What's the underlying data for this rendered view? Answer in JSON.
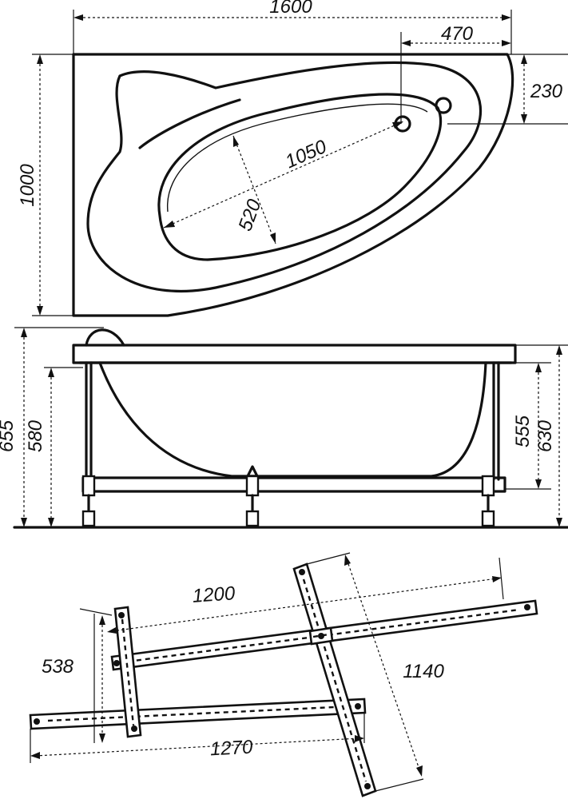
{
  "top_view": {
    "width_label": "1600",
    "depth_label": "1000",
    "drain_offset_label": "470",
    "drain_depth_label": "230",
    "bowl_length_label": "1050",
    "bowl_width_label": "520"
  },
  "side_view": {
    "total_height_left_label": "655",
    "rim_height_left_label": "580",
    "rim_height_right_label": "555",
    "total_height_right_label": "630"
  },
  "frame_view": {
    "upper_beam_length_label": "1200",
    "lower_beam_length_label": "1270",
    "diagonal_beam_length_label": "1140",
    "beam_spacing_label": "538"
  }
}
